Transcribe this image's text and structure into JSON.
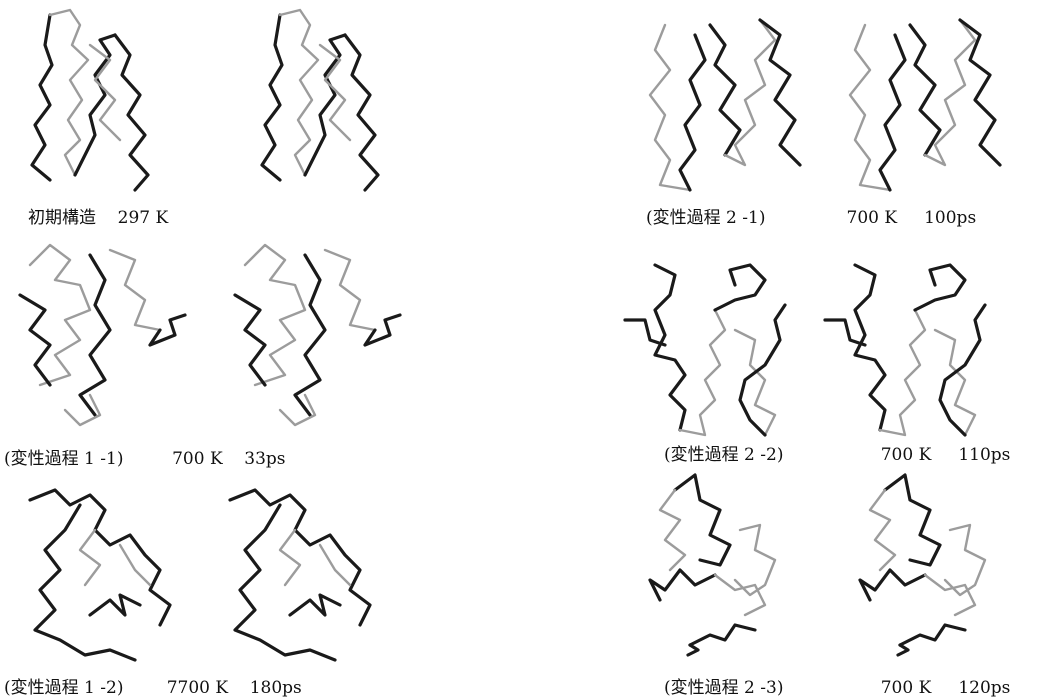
{
  "panels": [
    {
      "id": "p0",
      "title": "初期構造",
      "temperature": "297 K",
      "time": ""
    },
    {
      "id": "p1",
      "title": "(変性過程 1 -1)",
      "temperature": "700 K",
      "time": "33ps"
    },
    {
      "id": "p2",
      "title": "(変性過程 1 -2)",
      "temperature": "7700 K",
      "time": "180ps"
    },
    {
      "id": "p3",
      "title": "(変性過程 2 -1)",
      "temperature": "700 K",
      "time": "100ps"
    },
    {
      "id": "p4",
      "title": "(変性過程 2 -2)",
      "temperature": "700 K",
      "time": "110ps"
    },
    {
      "id": "p5",
      "title": "(変性過程 2 -3)",
      "temperature": "700 K",
      "time": "120ps"
    }
  ],
  "colors": {
    "backbone_dark": "#1a1a1a",
    "backbone_light": "#9c9c9c"
  }
}
